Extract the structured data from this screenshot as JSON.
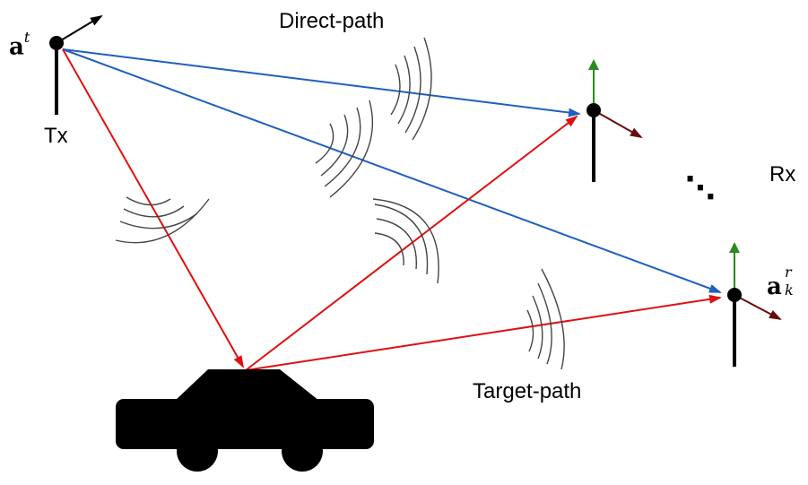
{
  "labels": {
    "direct_path": "Direct-path",
    "target_path": "Target-path",
    "tx": "Tx",
    "rx": "Rx",
    "tx_vector_base": "a",
    "tx_vector_sup": "t",
    "rx_vector_base": "a",
    "rx_vector_sup": "r",
    "rx_vector_sub": "k",
    "ellipsis": "⋱"
  },
  "colors": {
    "direct_path": "#1f5fbf",
    "target_path": "#e01010",
    "up_axis": "#2a8a1e",
    "side_axis": "#6b0a0a",
    "ink": "#000000"
  }
}
